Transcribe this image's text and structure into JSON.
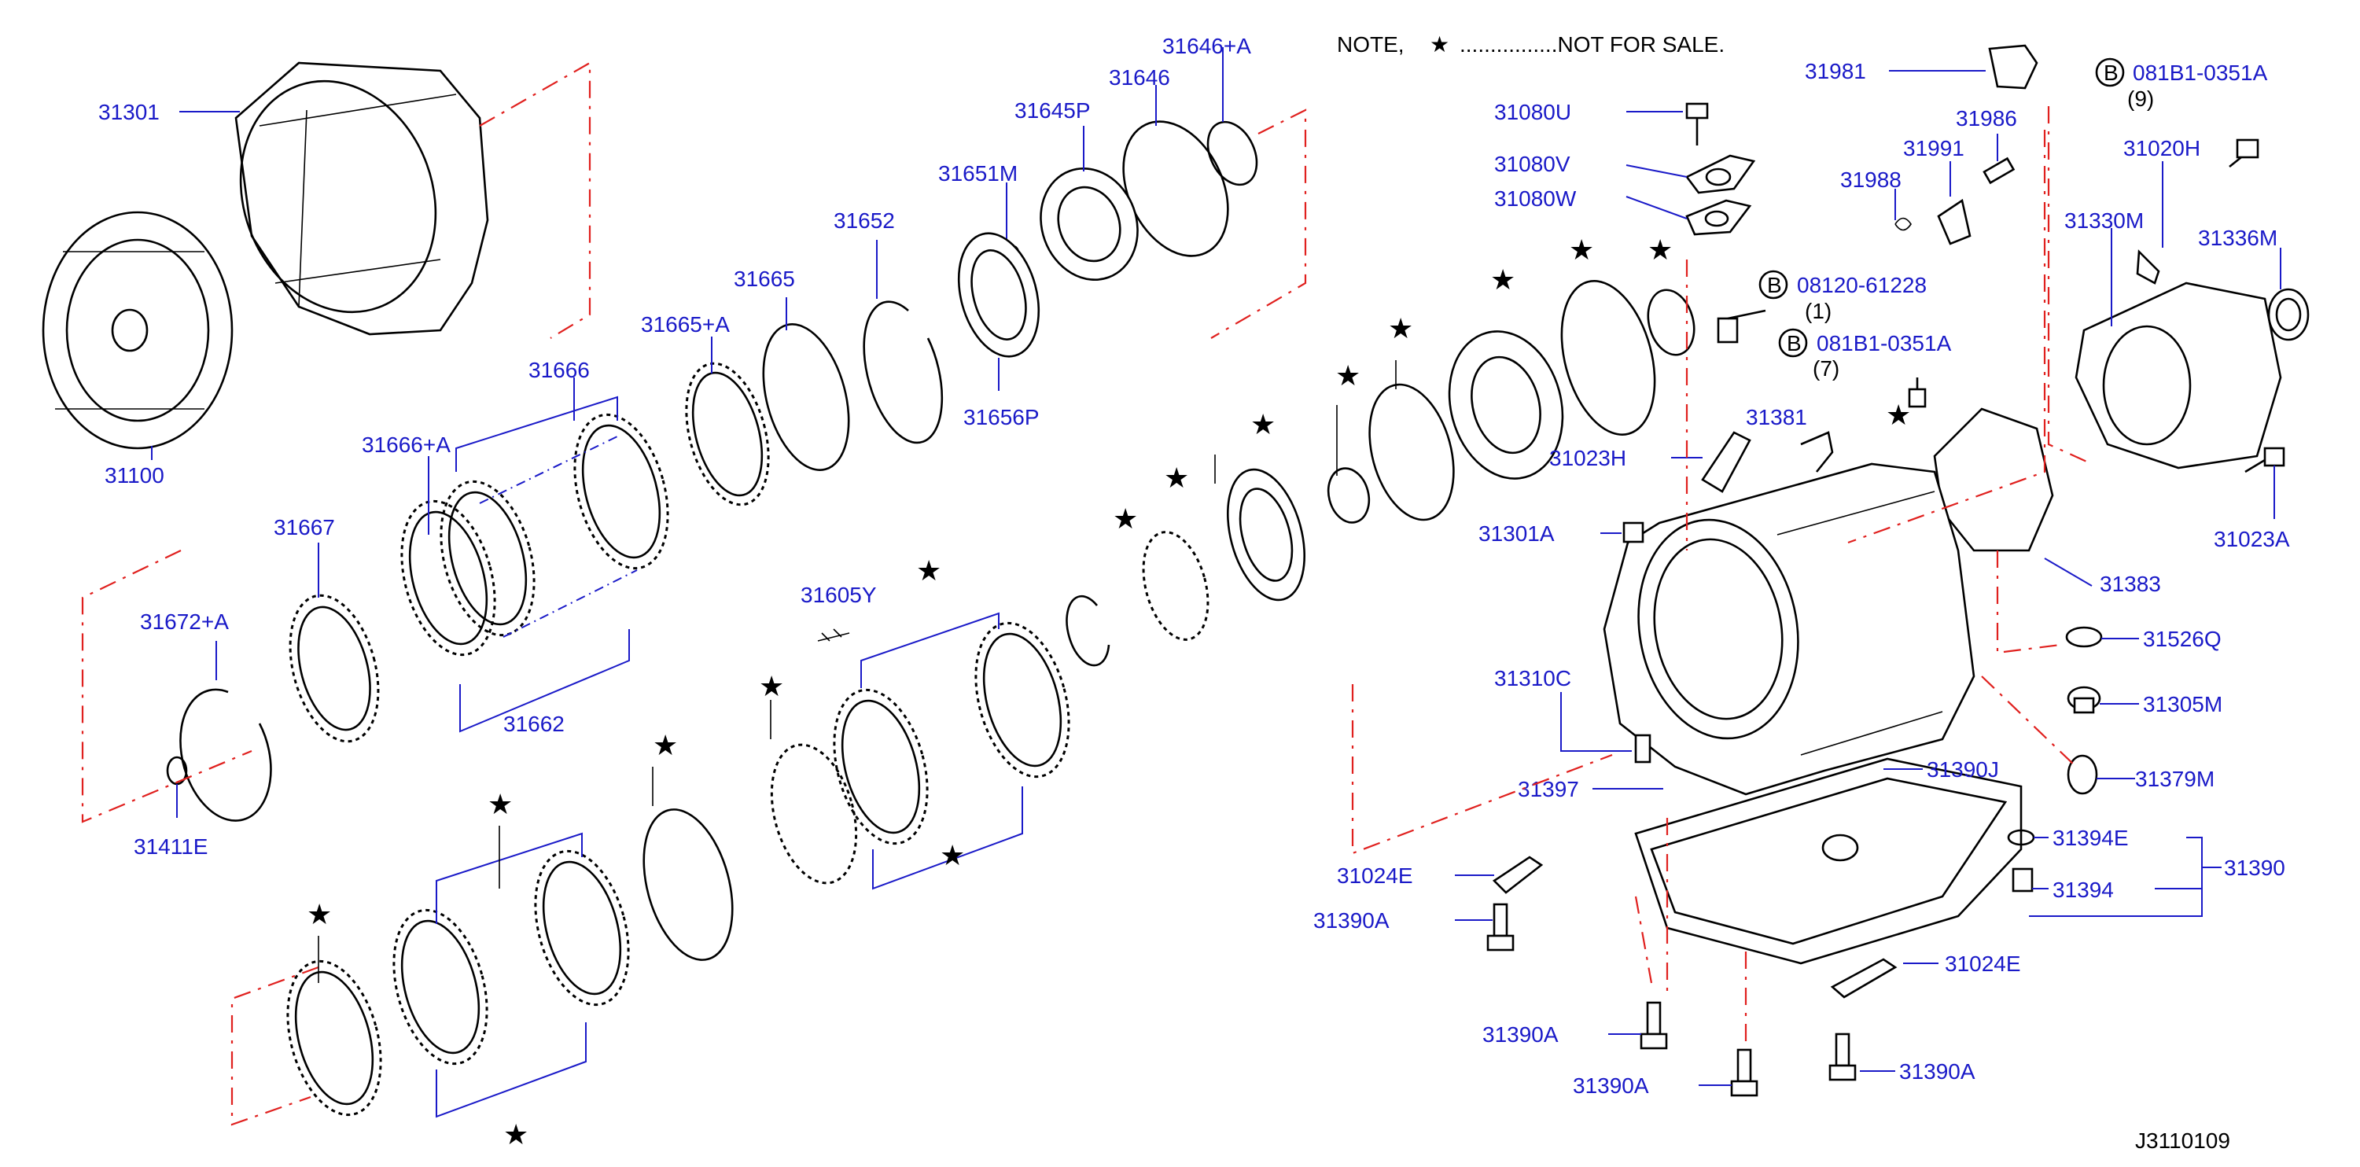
{
  "note": {
    "prefix": "NOTE,",
    "star_symbol": "★",
    "suffix": "................NOT   FOR   SALE."
  },
  "diagram_code": "J3110109",
  "callouts": {
    "c31301": "31301",
    "c31100": "31100",
    "c31646A": "31646+A",
    "c31646": "31646",
    "c31645P": "31645P",
    "c31651M": "31651M",
    "c31652": "31652",
    "c31665": "31665",
    "c31665A": "31665+A",
    "c31656P": "31656P",
    "c31666": "31666",
    "c31666A": "31666+A",
    "c31667": "31667",
    "c31662": "31662",
    "c31605": "31605Y",
    "c31672A": "31672+A",
    "c31411E": "31411E",
    "c31080U": "31080U",
    "c31080V": "31080V",
    "c31080W": "31080W",
    "c31981": "31981",
    "c31986": "31986",
    "c31991": "31991",
    "c31988": "31988",
    "c31020H": "31020H",
    "c31330M": "31330M",
    "c31336M": "31336M",
    "c31023A": "31023A",
    "c31381": "31381",
    "c31023H": "31023H",
    "c31301A": "31301A",
    "c31383": "31383",
    "c31526Q": "31526Q",
    "c31305M": "31305M",
    "c31379M": "31379M",
    "c31310C": "31310C",
    "c31390J": "31390J",
    "c31397": "31397",
    "c31394E": "31394E",
    "c31394": "31394",
    "c31390": "31390",
    "c31024E_a": "31024E",
    "c31024E_b": "31024E",
    "c31390A_a": "31390A",
    "c31390A_b": "31390A",
    "c31390A_c": "31390A",
    "c31390A_d": "31390A"
  },
  "bolts": [
    {
      "circle": "B",
      "part": "081B1-0351A",
      "qty": "(9)"
    },
    {
      "circle": "B",
      "part": "08120-61228",
      "qty": "(1)"
    },
    {
      "circle": "B",
      "part": "081B1-0351A",
      "qty": "(7)"
    }
  ],
  "colors": {
    "label_blue": "#1a1ac8",
    "dash_red": "#e0201e",
    "line_black": "#000000"
  }
}
